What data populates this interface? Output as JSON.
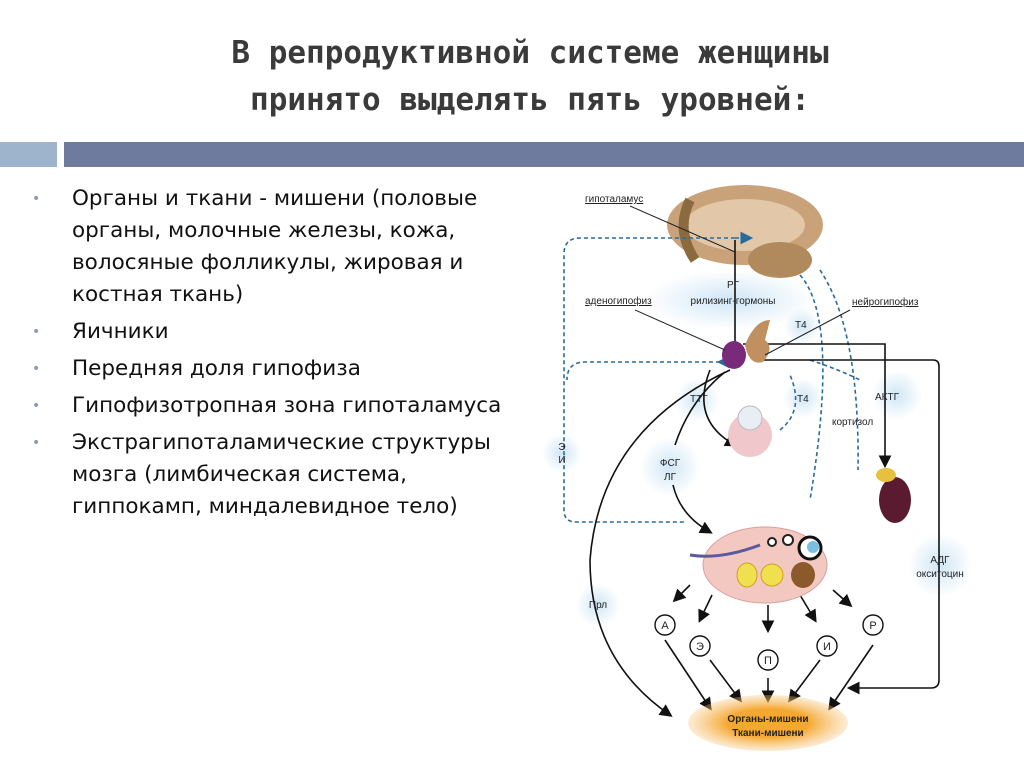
{
  "title": {
    "line1": "В репродуктивной системе женщины",
    "line2": "принято выделять пять уровней:"
  },
  "bullets": [
    "Органы и ткани - мишени (половые органы, молочные железы, кожа, волосяные фолликулы, жировая и костная ткань)",
    "Яичники",
    "Передняя доля гипофиза",
    "Гипофизотропная зона гипоталамуса",
    "Экстрагипоталамические структуры мозга (лимбическая система, гиппокамп, миндалевидное тело)"
  ],
  "diagram": {
    "hypothalamus": "гипоталамус",
    "rg": "РГ",
    "releasing": "рилизинг-гормоны",
    "adenohypophysis": "аденогипофиз",
    "neurohypophysis": "нейрогипофиз",
    "t4_top": "T4",
    "t4_mid": "T4",
    "ttg": "ТТГ",
    "aktg": "АКТГ",
    "cortisol": "кортизол",
    "e": "Э",
    "i": "И",
    "fsg": "ФСГ",
    "lg": "ЛГ",
    "prl": "Прл",
    "adg": "АДГ",
    "oxytocin": "окситоцин",
    "circles": [
      "А",
      "Э",
      "П",
      "И",
      "Р"
    ],
    "target1": "Органы-мишени",
    "target2": "Ткани-мишени"
  }
}
